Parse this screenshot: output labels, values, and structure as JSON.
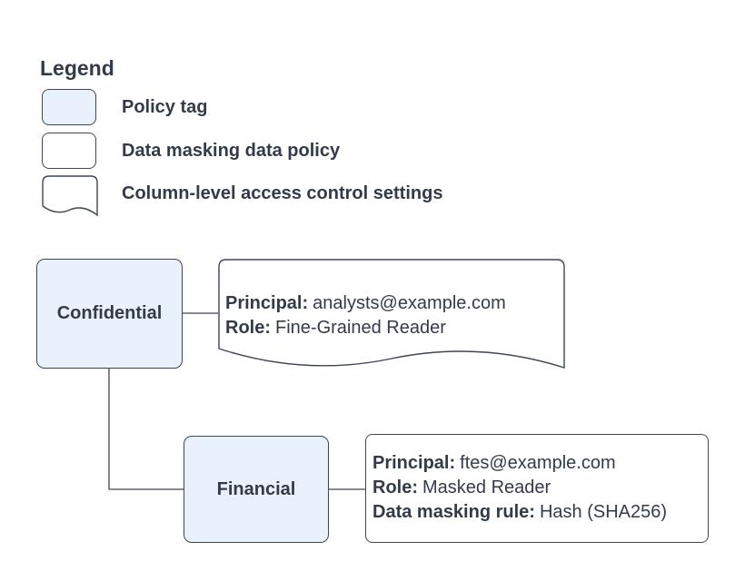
{
  "colors": {
    "policy_tag_fill": "#e9f1fc",
    "shape_stroke": "#3d4656",
    "text": "#333b4a",
    "background": "#ffffff"
  },
  "legend": {
    "title": "Legend",
    "items": [
      {
        "shape": "policy-tag",
        "label": "Policy tag"
      },
      {
        "shape": "data-masking-data-policy",
        "label": "Data masking data policy"
      },
      {
        "shape": "column-level-access-control-settings",
        "label": "Column-level access control settings"
      }
    ]
  },
  "diagram": {
    "policy_tags": [
      {
        "label": "Confidential"
      },
      {
        "label": "Financial"
      }
    ],
    "access_control_settings": {
      "lines": [
        {
          "label": "Principal:",
          "value": "analysts@example.com"
        },
        {
          "label": "Role:",
          "value": "Fine-Grained Reader"
        }
      ]
    },
    "data_masking_policy": {
      "lines": [
        {
          "label": "Principal:",
          "value": "ftes@example.com"
        },
        {
          "label": "Role:",
          "value": "Masked Reader"
        },
        {
          "label": "Data masking rule:",
          "value": "Hash (SHA256)"
        }
      ]
    }
  }
}
